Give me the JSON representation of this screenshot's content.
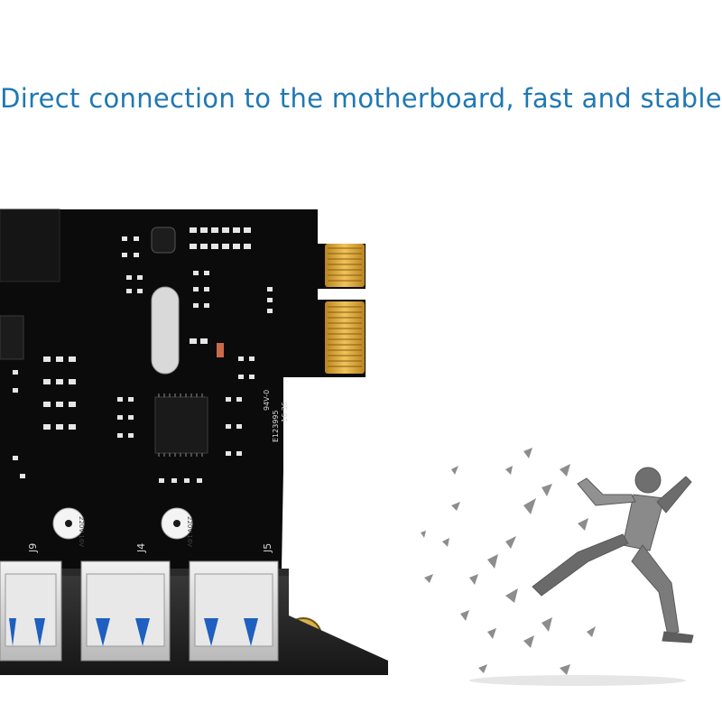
{
  "headline": "Direct connection to the motherboard, fast and stable",
  "board": {
    "port_labels": [
      "J9",
      "J4",
      "J5"
    ],
    "capacitor_label": "220V 16V",
    "silkscreen": [
      "94V-0",
      "E123995",
      "16 36"
    ]
  },
  "colors": {
    "headline": "#1f78b4",
    "pcb": "#0b0b0b",
    "gold_contacts": "#d8a23a",
    "usb_blue": "#1e5fbf",
    "runner": "#7a7a7a"
  },
  "icons": [
    "pcie-card",
    "usb3-port",
    "running-man-figure"
  ]
}
